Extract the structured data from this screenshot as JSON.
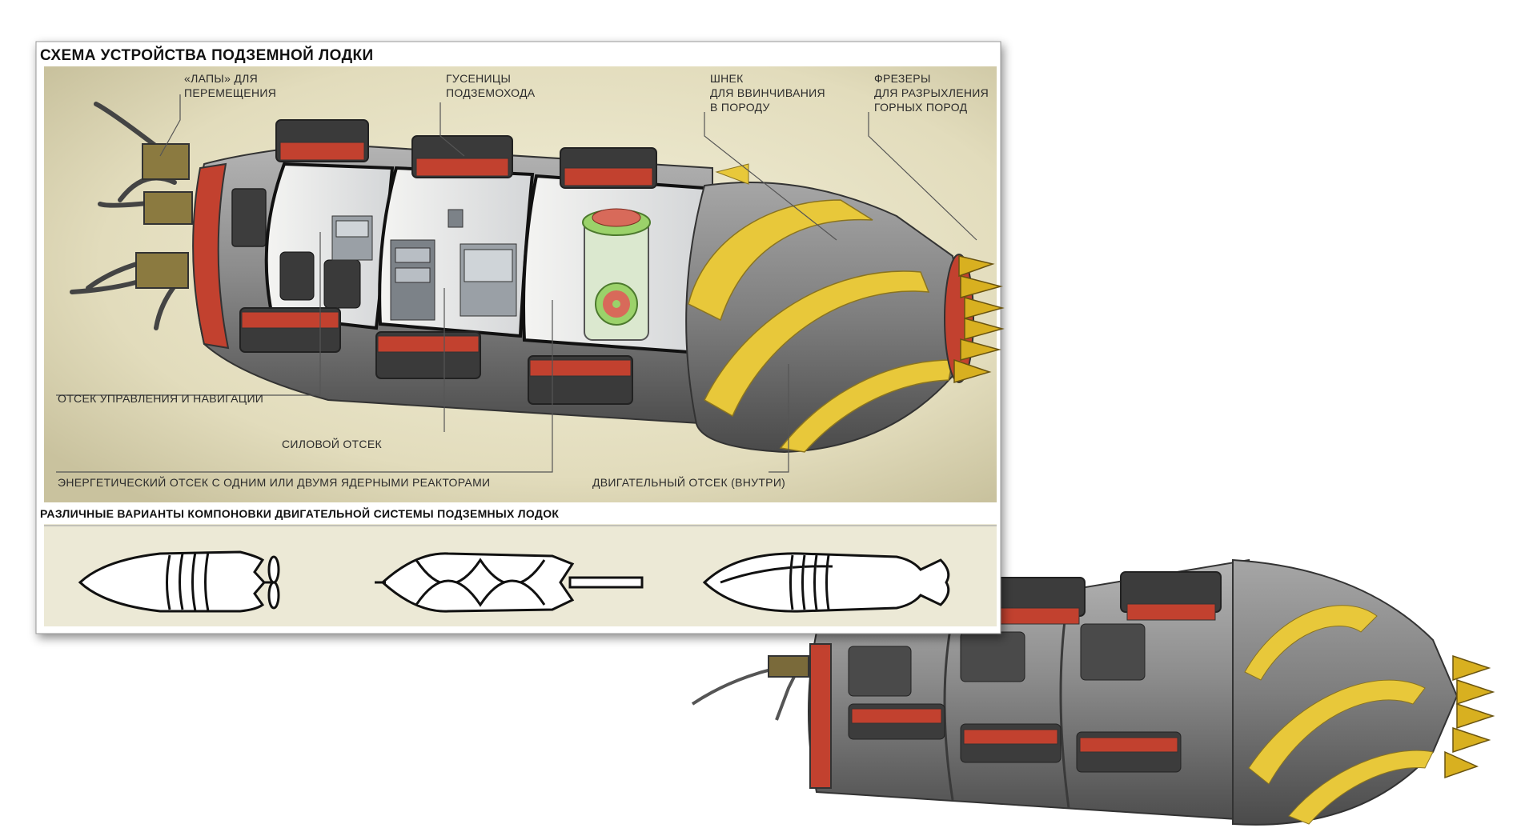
{
  "title": "СХЕМА УСТРОЙСТВА ПОДЗЕМНОЙ ЛОДКИ",
  "subtitle": "РАЗЛИЧНЫЕ ВАРИАНТЫ КОМПОНОВКИ ДВИГАТЕЛЬНОЙ СИСТЕМЫ ПОДЗЕМНЫХ ЛОДОК",
  "labels": {
    "legs": [
      "«ЛАПЫ» ДЛЯ",
      "ПЕРЕМЕЩЕНИЯ"
    ],
    "tracks": [
      "ГУСЕНИЦЫ",
      "ПОДЗЕМОХОДА"
    ],
    "auger": [
      "ШНЕК",
      "ДЛЯ ВВИНЧИВАНИЯ",
      "В ПОРОДУ"
    ],
    "cutters": [
      "ФРЕЗЕРЫ",
      "ДЛЯ РАЗРЫХЛЕНИЯ",
      "ГОРНЫХ ПОРОД"
    ],
    "control": "ОТСЕК УПРАВЛЕНИЯ И НАВИГАЦИИ",
    "power": "СИЛОВОЙ ОТСЕК",
    "energy": "ЭНЕРГЕТИЧЕСКИЙ ОТСЕК С ОДНИМ ИЛИ ДВУМЯ ЯДЕРНЫМИ РЕАКТОРАМИ",
    "engine": "ДВИГАТЕЛЬНЫЙ ОТСЕК (ВНУТРИ)"
  },
  "colors": {
    "panel_bg": "#e4e0c4",
    "hull": "#8a8a8a",
    "hull_dark": "#5e5e5e",
    "spiral": "#e8c83a",
    "accent_red": "#c2412f",
    "drill_gold": "#d8b020",
    "reactor_green": "#9bd26a"
  }
}
